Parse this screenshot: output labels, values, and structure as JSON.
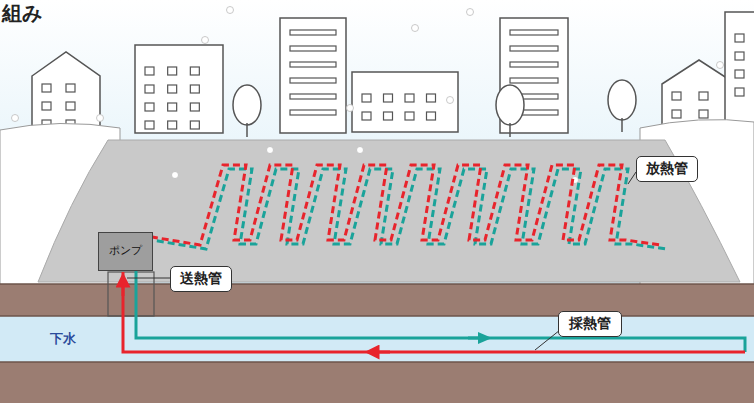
{
  "diagram": {
    "nodes": [
      {
        "text": [
          "放熱管"
        ]
      },
      {
        "text": [
          "ポンプ"
        ]
      },
      {
        "text": [
          "送熱管"
        ]
      },
      {
        "text": [
          "採熱管"
        ]
      },
      {
        "text": [
          "下水"
        ]
      }
    ],
    "labels": [
      "組み"
    ]
  }
}
